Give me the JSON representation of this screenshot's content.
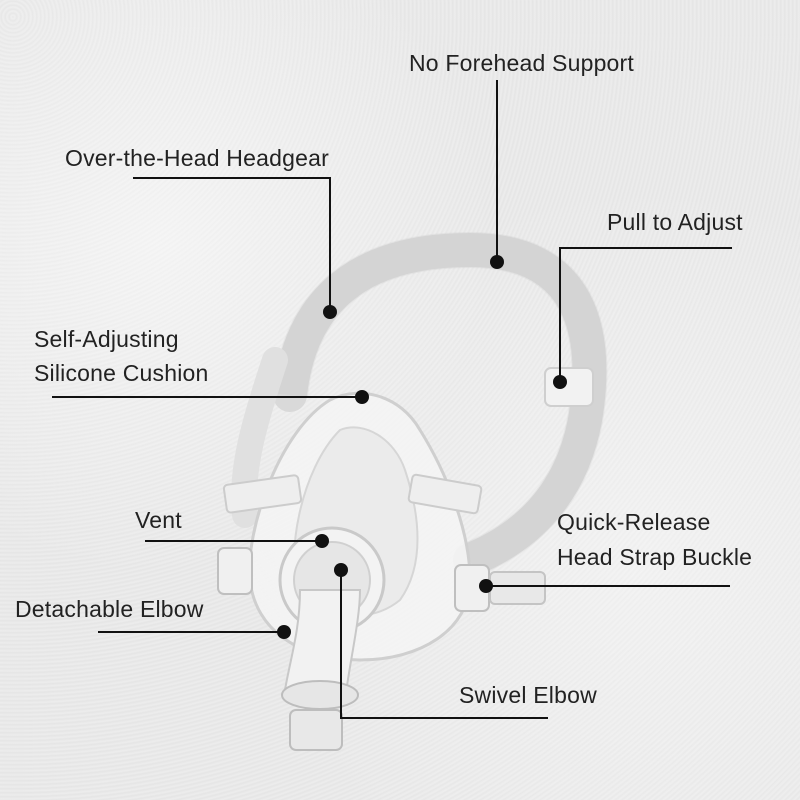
{
  "labels": {
    "no_forehead_support": "No Forehead Support",
    "over_the_head_headgear": "Over-the-Head Headgear",
    "pull_to_adjust": "Pull to Adjust",
    "self_adjusting_line1": "Self-Adjusting",
    "self_adjusting_line2": "Silicone Cushion",
    "vent": "Vent",
    "quick_release_line1": "Quick-Release",
    "quick_release_line2": "Head Strap Buckle",
    "detachable_elbow": "Detachable Elbow",
    "swivel_elbow": "Swivel Elbow"
  },
  "colors": {
    "line": "#111111",
    "text": "#222222",
    "mask": "#f4f4f4",
    "strap": "#dcdcdc"
  }
}
